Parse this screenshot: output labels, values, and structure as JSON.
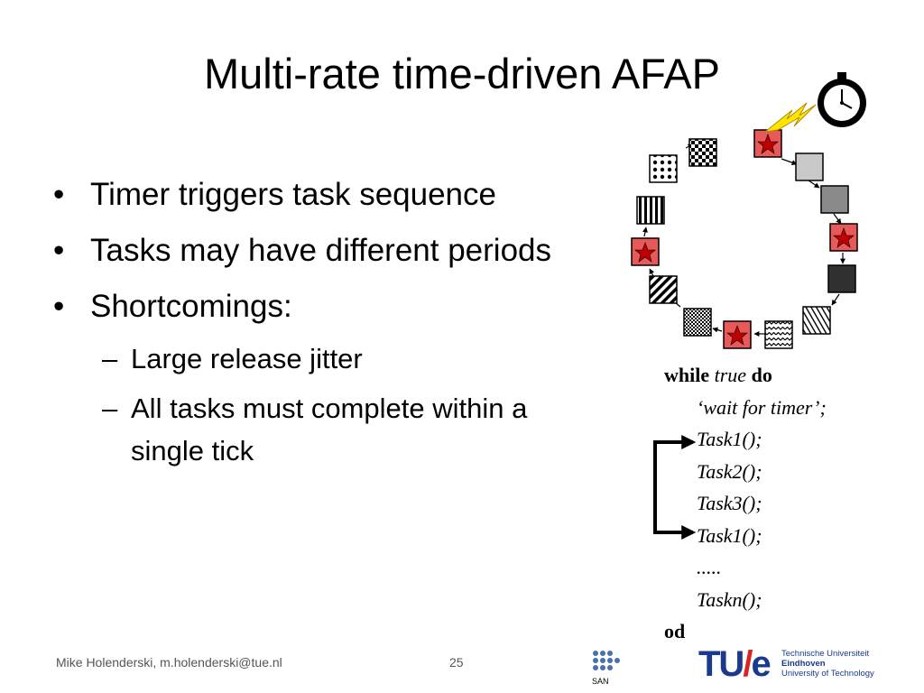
{
  "title": "Multi-rate time-driven AFAP",
  "bullets": [
    {
      "text": "Timer triggers task sequence"
    },
    {
      "text": "Tasks may have different periods"
    },
    {
      "text": "Shortcomings:"
    }
  ],
  "sub_bullets": [
    {
      "text": "Large release jitter"
    },
    {
      "text": "All tasks must complete within a single tick"
    }
  ],
  "code": {
    "kw_while": "while",
    "kw_true": "true",
    "kw_do": "do",
    "wait": "‘wait for timer’;",
    "task1": "Task1();",
    "task2": "Task2();",
    "task3": "Task3();",
    "task1b": "Task1();",
    "dots": ".....",
    "taskn": "Taskn();",
    "kw_od": "od"
  },
  "footer": {
    "author": "Mike Holenderski, m.holenderski@tue.nl",
    "page_number": "25"
  },
  "logos": {
    "san_label": "SAN",
    "tue_mark_a": "TU",
    "tue_mark_slash": "/",
    "tue_mark_b": "e",
    "tue_line1": "Technische Universiteit",
    "tue_line2": "Eindhoven",
    "tue_line3": "University of Technology"
  },
  "colors": {
    "tue_blue": "#1a3a8f",
    "tue_red": "#d9251c",
    "star_box_red": "#e04040",
    "lightning_yellow": "#ffe600"
  }
}
